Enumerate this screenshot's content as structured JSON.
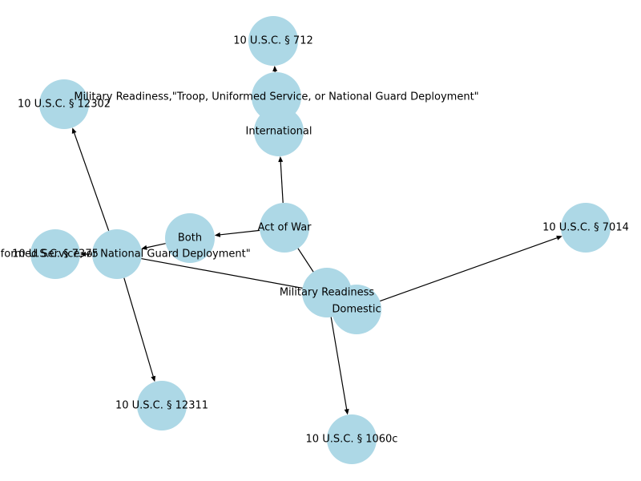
{
  "graph": {
    "node_color": "#add8e6",
    "edge_color": "#000000",
    "nodes": [
      {
        "id": "n712",
        "label": "10 U.S.C. § 712"
      },
      {
        "id": "nMRtroop",
        "label": "Military Readiness,\"Troop, Uniformed Service, or National Guard Deployment\""
      },
      {
        "id": "nIntl",
        "label": "International"
      },
      {
        "id": "n12302",
        "label": "10 U.S.C. § 12302"
      },
      {
        "id": "nBoth",
        "label": "Both"
      },
      {
        "id": "nAct",
        "label": "Act of War"
      },
      {
        "id": "n7014",
        "label": "10 U.S.C. § 7014"
      },
      {
        "id": "n7375",
        "label": "10 U.S.C. § 7375"
      },
      {
        "id": "nUS",
        "label": "Uniformed Service, or National Guard Deployment\""
      },
      {
        "id": "nMR",
        "label": "Military Readiness"
      },
      {
        "id": "nDom",
        "label": "Domestic"
      },
      {
        "id": "n12311",
        "label": "10 U.S.C. § 12311"
      },
      {
        "id": "n1060c",
        "label": "10 U.S.C. § 1060c"
      }
    ],
    "edges": [
      {
        "from": "nMRtroop",
        "to": "n712",
        "arrow": true
      },
      {
        "from": "nAct",
        "to": "nIntl",
        "arrow": true
      },
      {
        "from": "nAct",
        "to": "nBoth",
        "arrow": true
      },
      {
        "from": "nAct",
        "to": "nMR",
        "arrow": false
      },
      {
        "from": "nBoth",
        "to": "nUS",
        "arrow": true
      },
      {
        "from": "nUS",
        "to": "n7375",
        "arrow": true
      },
      {
        "from": "nUS",
        "to": "n12302",
        "arrow": true
      },
      {
        "from": "nUS",
        "to": "n12311",
        "arrow": true
      },
      {
        "from": "nUS",
        "to": "nMR",
        "arrow": false
      },
      {
        "from": "nMR",
        "to": "n1060c",
        "arrow": true
      },
      {
        "from": "nDom",
        "to": "n7014",
        "arrow": true
      }
    ]
  }
}
